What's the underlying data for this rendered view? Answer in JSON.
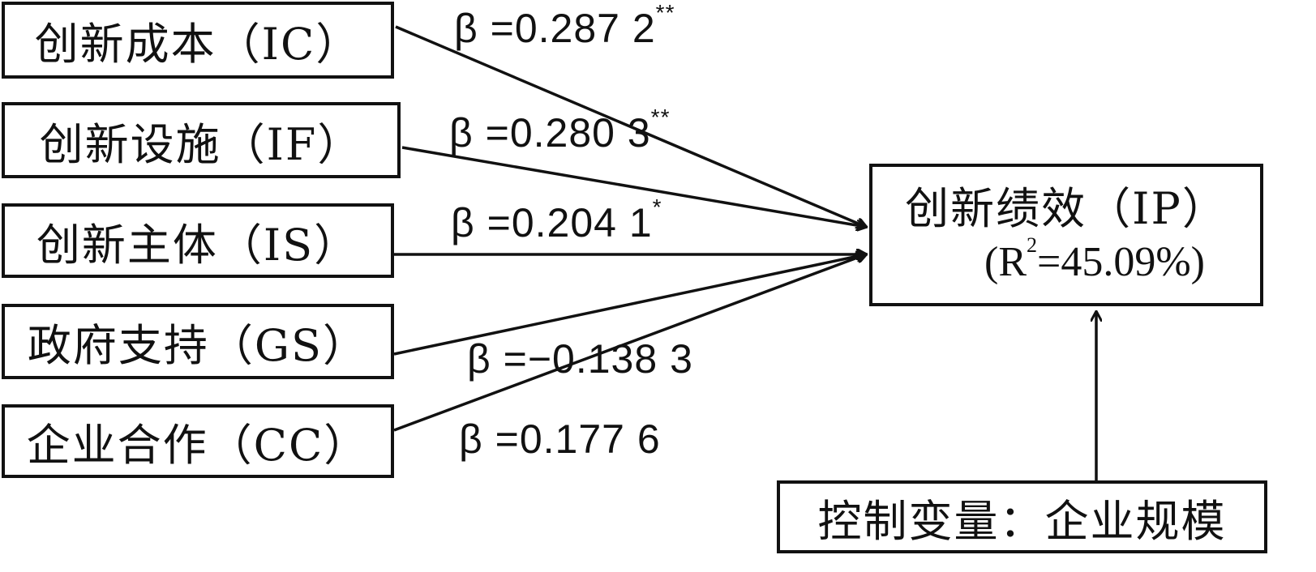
{
  "nodes": {
    "ic": {
      "label": "创新成本（IC）"
    },
    "if": {
      "label": "创新设施（IF）"
    },
    "is": {
      "label": "创新主体（IS）"
    },
    "gs": {
      "label": "政府支持（GS）"
    },
    "cc": {
      "label": "企业合作（CC）"
    },
    "ip": {
      "label": "创新绩效（IP）",
      "r2_prefix": "(R",
      "r2_sup": "2",
      "r2_value": "=45.09%)"
    },
    "control": {
      "label": "控制变量：企业规模"
    }
  },
  "paths": {
    "ic": {
      "beta": "β =0.287 2",
      "sig": "**"
    },
    "if": {
      "beta": "β =0.280 3",
      "sig": "**"
    },
    "is": {
      "beta": "β =0.204 1",
      "sig": "*"
    },
    "gs": {
      "beta": "β =−0.138 3",
      "sig": ""
    },
    "cc": {
      "beta": "β =0.177 6",
      "sig": ""
    }
  },
  "colors": {
    "stroke": "#111111",
    "background": "#ffffff"
  }
}
